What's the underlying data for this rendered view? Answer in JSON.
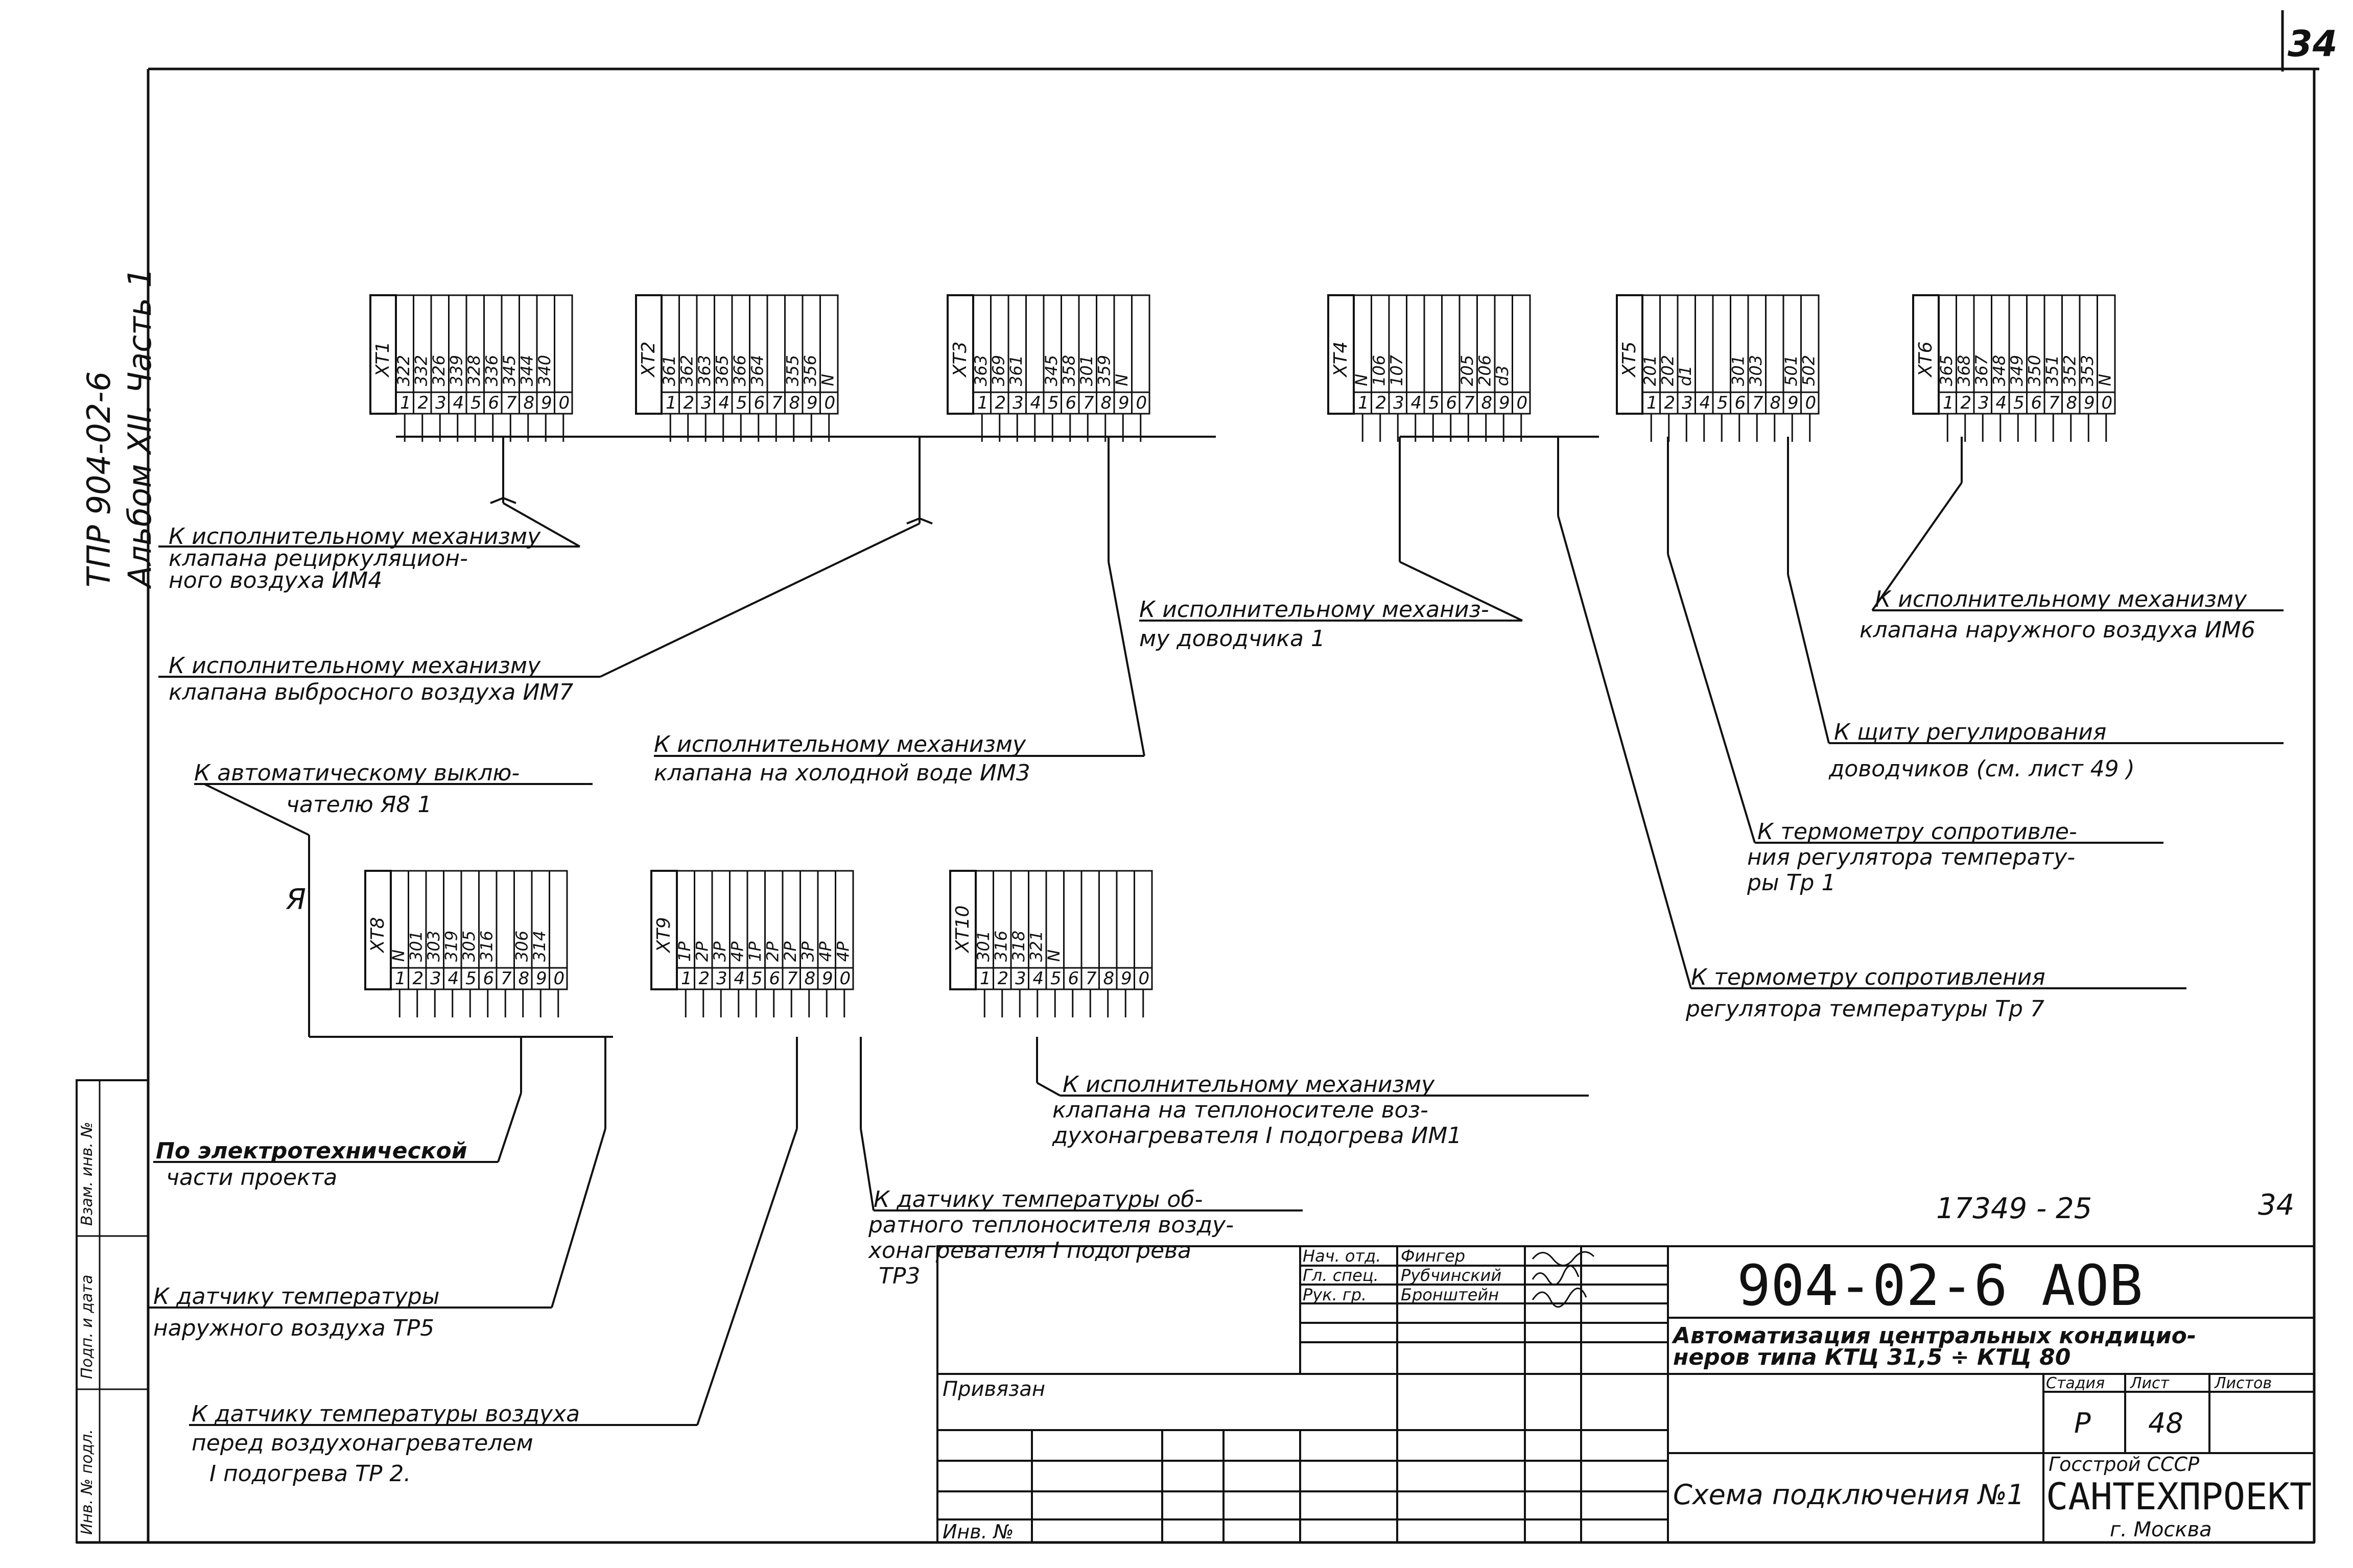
{
  "sheet_number_corner": "34",
  "side": {
    "doc_code": "ТПР     904-02-6",
    "album": "Альбом XII. Часть 1"
  },
  "stamp_side": [
    "Инв. № подл.",
    "Подп. и дата",
    "Взам. инв. №"
  ],
  "blocks": {
    "top": [
      {
        "id": "XT1",
        "label": "ХТ1",
        "wires": [
          "322",
          "332",
          "326",
          "339",
          "328",
          "336",
          "345",
          "344",
          "340"
        ],
        "nums": [
          "1",
          "2",
          "3",
          "4",
          "5",
          "6",
          "7",
          "8",
          "9",
          "0"
        ]
      },
      {
        "id": "XT2",
        "label": "ХТ2",
        "wires": [
          "361",
          "362",
          "363",
          "365",
          "366",
          "364",
          "",
          "355",
          "356",
          "N"
        ],
        "nums": [
          "1",
          "2",
          "3",
          "4",
          "5",
          "6",
          "7",
          "8",
          "9",
          "0"
        ]
      },
      {
        "id": "XT3",
        "label": "ХТ3",
        "wires": [
          "363",
          "369",
          "361",
          "",
          "345",
          "358",
          "301",
          "359",
          "N",
          ""
        ],
        "nums": [
          "1",
          "2",
          "3",
          "4",
          "5",
          "6",
          "7",
          "8",
          "9",
          "0"
        ]
      },
      {
        "id": "XT4",
        "label": "ХТ4",
        "wires": [
          "N",
          "106",
          "107",
          "",
          "",
          "",
          "205",
          "206",
          "d3",
          ""
        ],
        "nums": [
          "1",
          "2",
          "3",
          "4",
          "5",
          "6",
          "7",
          "8",
          "9",
          "0"
        ]
      },
      {
        "id": "XT5",
        "label": "ХТ5",
        "wires": [
          "201",
          "202",
          "d1",
          "",
          "",
          "301",
          "303",
          "",
          "501",
          "502"
        ],
        "nums": [
          "1",
          "2",
          "3",
          "4",
          "5",
          "6",
          "7",
          "8",
          "9",
          "0"
        ]
      },
      {
        "id": "XT6",
        "label": "ХТ6",
        "wires": [
          "365",
          "368",
          "367",
          "348",
          "349",
          "350",
          "351",
          "352",
          "353",
          "N"
        ],
        "nums": [
          "1",
          "2",
          "3",
          "4",
          "5",
          "6",
          "7",
          "8",
          "9",
          "0"
        ]
      }
    ],
    "bottom": [
      {
        "id": "XT8",
        "label": "ХТ8",
        "wires": [
          "N",
          "301",
          "303",
          "319",
          "305",
          "316",
          "",
          "306",
          "314"
        ],
        "nums": [
          "1",
          "2",
          "3",
          "4",
          "5",
          "6",
          "7",
          "8",
          "9",
          "0"
        ]
      },
      {
        "id": "XT9",
        "label": "ХТ9",
        "wires": [
          "1Р",
          "2Р",
          "3Р",
          "4Р",
          "1Р",
          "2Р",
          "2Р",
          "3Р",
          "4Р",
          "4Р"
        ],
        "nums": [
          "1",
          "2",
          "3",
          "4",
          "5",
          "6",
          "7",
          "8",
          "9",
          "0"
        ]
      },
      {
        "id": "XT10",
        "label": "ХТ10",
        "wires": [
          "301",
          "316",
          "318",
          "321",
          "N",
          "",
          "",
          "",
          "",
          ""
        ],
        "nums": [
          "1",
          "2",
          "3",
          "4",
          "5",
          "6",
          "7",
          "8",
          "9",
          "0"
        ]
      }
    ]
  },
  "annotations": {
    "im4": [
      "К исполнительному механизму",
      "клапана рециркуляцион-",
      "ного воздуха ИМ4"
    ],
    "im7": [
      "К исполнительному механизму",
      "клапана выбросного воздуха ИМ7"
    ],
    "im3": [
      "К исполнительному механизму",
      "клапана на холодной воде ИМ3"
    ],
    "dovod": [
      "К исполнительному механиз-",
      "му доводчика          1"
    ],
    "im6": [
      "К исполнительному механизму",
      "клапана наружного воздуха ИМ6"
    ],
    "shchit": [
      "К щиту регулирования",
      "доводчиков (см. лист  49   )"
    ],
    "tr1": [
      "К термометру сопротивле-",
      "ния регулятора температу-",
      "ры Тр 1"
    ],
    "tr7": [
      "К термометру сопротивления",
      "регулятора температуры Тр 7"
    ],
    "ya1": [
      "К автоматическому выклю-",
      "чателю Я8 1"
    ],
    "ya_mark": "Я",
    "electro": [
      "По электротехнической",
      "части проекта"
    ],
    "im1": [
      "К исполнительному механизму",
      "клапана на теплоносителе воз-",
      "духонагревателя I подогрева ИМ1"
    ],
    "tr3": [
      "К датчику температуры об-",
      "ратного теплоносителя возду-",
      "хонагревателя  I подогрева",
      "ТР3"
    ],
    "tr5": [
      "К датчику температуры",
      "наружного воздуха ТР5"
    ],
    "tr2": [
      "К датчику температуры воздуха",
      "перед воздухонагревателем",
      "I подогрева ТР 2."
    ]
  },
  "title_block": {
    "order_no": "17349 - 25",
    "page": "34",
    "roles": [
      {
        "role": "Нач. отд.",
        "name": "Фингер"
      },
      {
        "role": "Гл. спец.",
        "name": "Рубчинский"
      },
      {
        "role": "Рук. гр.",
        "name": "Бронштейн"
      }
    ],
    "project_code": "904-02-6   АОВ",
    "project_title_1": "Автоматизация центральных кондицио-",
    "project_title_2": "неров  типа    КТЦ 31,5 ÷ КТЦ 80",
    "stage_header": "Стадия",
    "sheet_header": "Лист",
    "sheets_header": "Листов",
    "stage": "Р",
    "sheet": "48",
    "attached": "Привязан",
    "inv": "Инв. №",
    "drawing_name": "Схема подключения №1",
    "org_1": "Госстрой    СССР",
    "org_2": "САНТЕХПРОЕКТ",
    "org_3": "г. Москва"
  }
}
